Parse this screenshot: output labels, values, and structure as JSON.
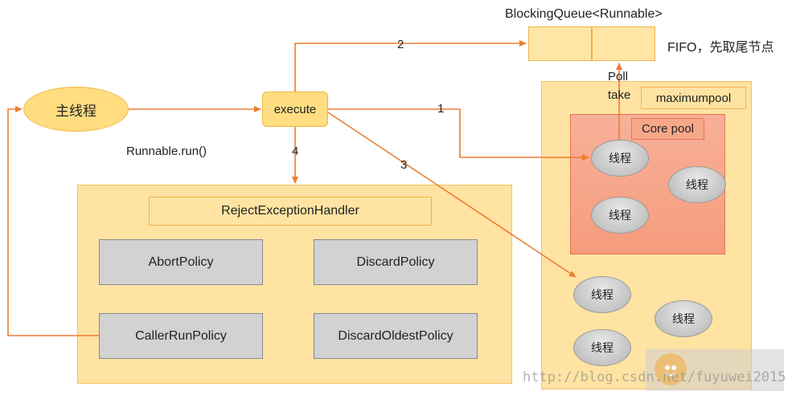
{
  "queue": {
    "label": "BlockingQueue<Runnable>",
    "fifo_note": "FIFO，先取尾节点"
  },
  "main_thread": {
    "label": "主线程"
  },
  "execute": {
    "label": "execute"
  },
  "run_label": "Runnable.run()",
  "arrow_labels": {
    "a1": "1",
    "a2": "2",
    "a3": "3",
    "a4": "4"
  },
  "poll_label": "Poll",
  "take_label": "take",
  "maximum_pool": {
    "label": "maximumpool"
  },
  "core_pool": {
    "label": "Core pool"
  },
  "thread_label": "线程",
  "handler": {
    "label": "RejectExceptionHandler",
    "policies": [
      "AbortPolicy",
      "DiscardPolicy",
      "CallerRunPolicy",
      "DiscardOldestPolicy"
    ]
  },
  "watermark": "http://blog.csdn.net/fuyuwei2015",
  "colors": {
    "arrow": "#ed7d31",
    "queue_fill": "#ffe6a6",
    "pool_fill": "#ffe3a3",
    "core_fill": "#f8a88a",
    "policy_fill": "#d2d2d2",
    "thread_fill": "#c9c9c9"
  }
}
